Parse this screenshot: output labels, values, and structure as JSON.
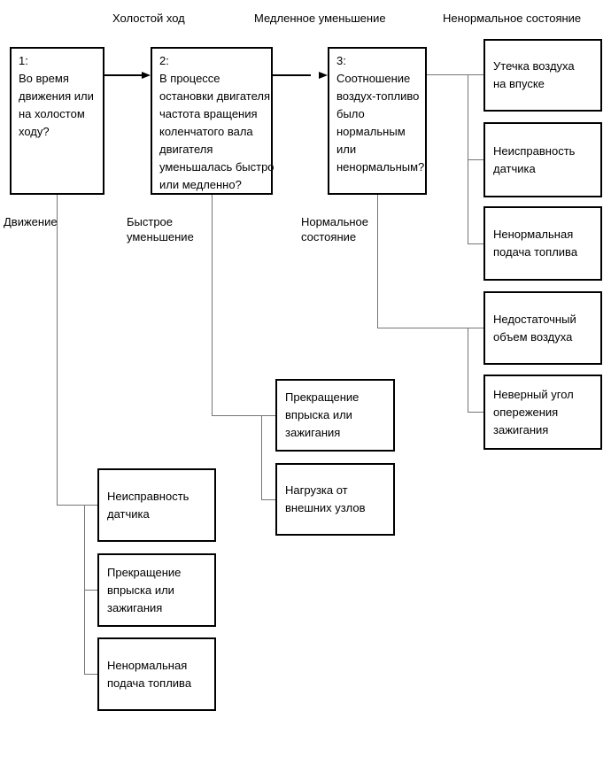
{
  "diagram": {
    "title_labels": [
      {
        "text": "Холостой ход"
      },
      {
        "text": "Медленное уменьшение"
      },
      {
        "text": "Ненормальное состояние"
      }
    ],
    "branch_labels": [
      {
        "text": "Движение"
      },
      {
        "text": "Быстрое\nуменьшение"
      },
      {
        "text": "Нормальное\nсостояние"
      }
    ],
    "question_boxes": [
      {
        "text": "1:\nВо время\nдвижения или\nна холостом\nходу?"
      },
      {
        "text": "2:\nВ процессе\nостановки двигателя\nчастота вращения\nколенчатого вала\nдвигателя\nуменьшалась быстро\nили медленно?"
      },
      {
        "text": "3:\nСоотношение\nвоздух-топливо\nбыло\nнормальным\nили\nненормальным?"
      }
    ],
    "outcome_boxes": {
      "right_column": [
        {
          "text": "Утечка воздуха\nна впуске"
        },
        {
          "text": "Неисправность\nдатчика"
        },
        {
          "text": "Ненормальная\nподача топлива"
        },
        {
          "text": "Недостаточный\nобъем воздуха"
        },
        {
          "text": "Неверный угол\nопережения\nзажигания"
        }
      ],
      "middle_column": [
        {
          "text": "Прекращение\nвпрыска или\nзажигания"
        },
        {
          "text": "Нагрузка от\nвнешних узлов"
        }
      ],
      "left_column": [
        {
          "text": "Неисправность\nдатчика"
        },
        {
          "text": "Прекращение\nвпрыска или\nзажигания"
        },
        {
          "text": "Ненормальная\nподача топлива"
        }
      ]
    },
    "colors": {
      "background": "#ffffff",
      "box_border": "#000000",
      "connector": "#757575",
      "arrow": "#000000",
      "text": "#000000"
    }
  }
}
